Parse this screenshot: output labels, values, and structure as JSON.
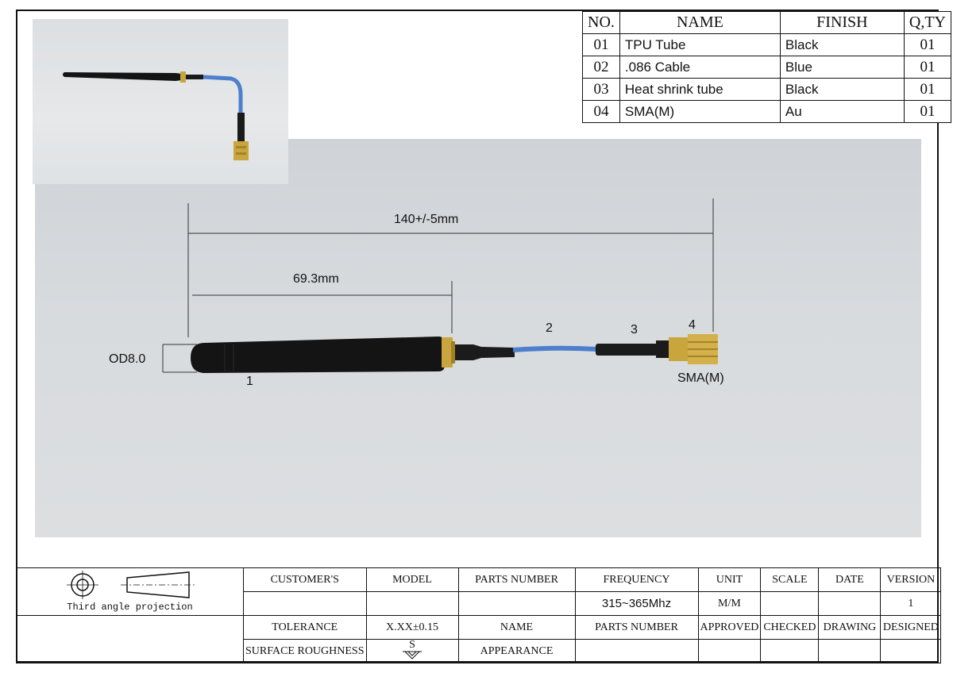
{
  "parts_table": {
    "headers": {
      "no": "NO.",
      "name": "NAME",
      "finish": "FINISH",
      "qty": "Q,TY"
    },
    "rows": [
      {
        "no": "01",
        "name": "TPU Tube",
        "finish": "Black",
        "qty": "01"
      },
      {
        "no": "02",
        "name": ".086 Cable",
        "finish": "Blue",
        "qty": "01"
      },
      {
        "no": "03",
        "name": "Heat shrink tube",
        "finish": "Black",
        "qty": "01"
      },
      {
        "no": "04",
        "name": "SMA(M)",
        "finish": "Au",
        "qty": "01"
      }
    ]
  },
  "drawing": {
    "overall_length": "140+/-5mm",
    "tube_length": "69.3mm",
    "outer_diameter": "OD8.0",
    "callouts": [
      "1",
      "2",
      "3",
      "4"
    ],
    "connector_label": "SMA(M)"
  },
  "colors": {
    "tube": "#141414",
    "cable": "#4d7fcc",
    "gold": "#c9a53e",
    "background_photo": "#d6d9dc"
  },
  "title_block": {
    "projection_label": "Third angle projection",
    "row1": {
      "customers": "CUSTOMER'S",
      "model": "MODEL",
      "parts_number": "PARTS NUMBER",
      "frequency": "FREQUENCY",
      "unit": "UNIT",
      "scale": "SCALE",
      "date": "DATE",
      "version": "VERSION"
    },
    "row2": {
      "frequency_value": "315~365Mhz",
      "unit_value": "M/M",
      "version_value": "1"
    },
    "row3": {
      "tolerance": "TOLERANCE",
      "tolerance_value": "X.XX±0.15",
      "name": "NAME",
      "parts_number": "PARTS NUMBER",
      "approved": "APPROVED",
      "checked": "CHECKED",
      "drawing": "DRAWING",
      "designed": "DESIGNED"
    },
    "row4": {
      "surface_roughness": "SURFACE ROUGHNESS",
      "roughness_symbol": "S",
      "appearance": "APPEARANCE"
    }
  }
}
